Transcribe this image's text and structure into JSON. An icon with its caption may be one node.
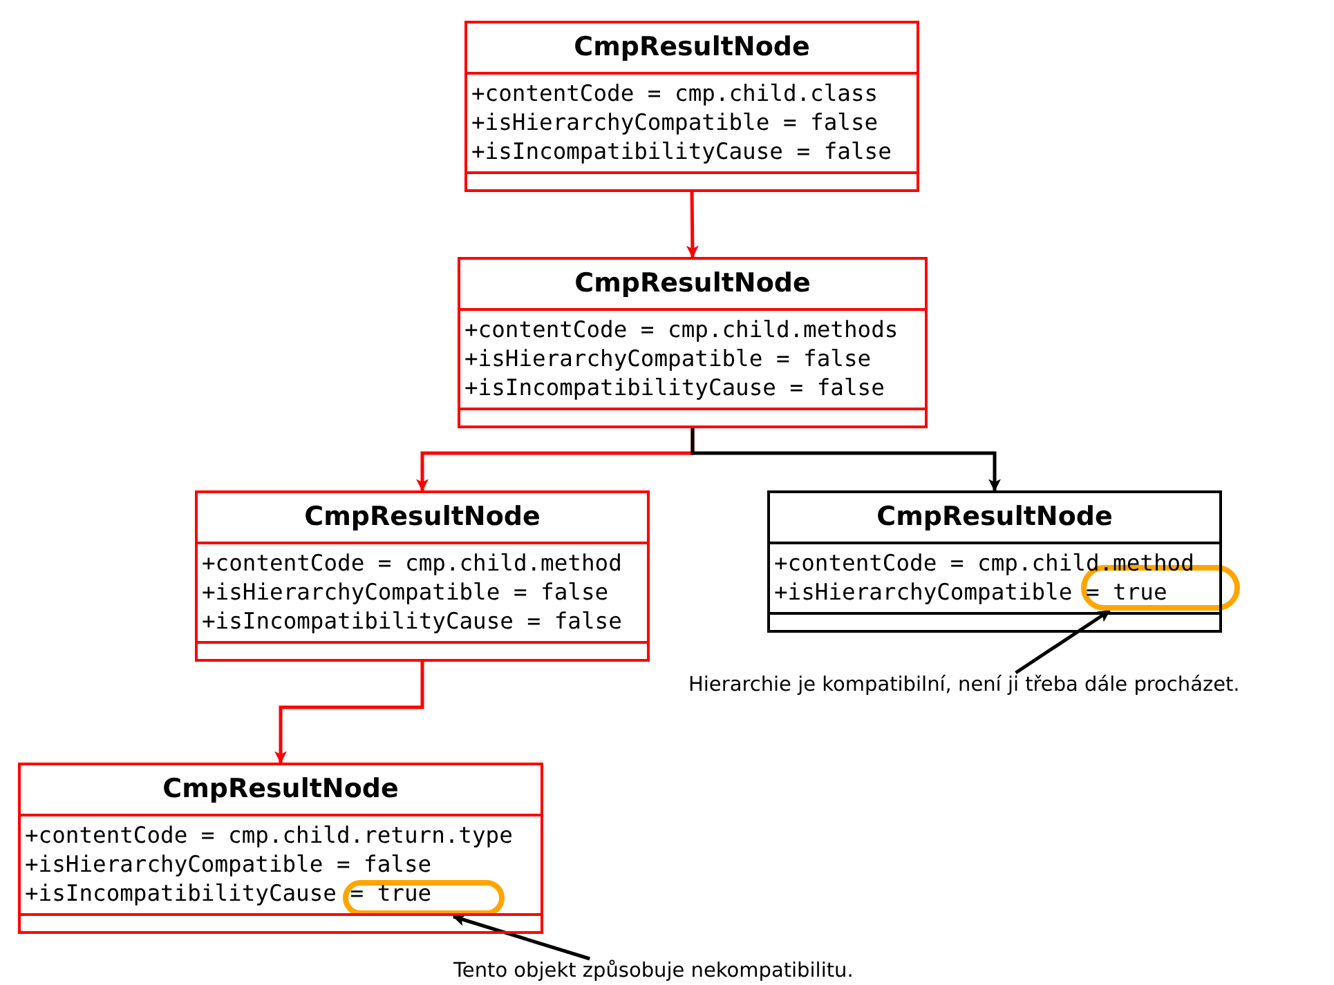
{
  "diagram": {
    "nodes": [
      {
        "text": [
          "CmpResultNode",
          "+contentCode = cmp.child.class",
          "+isHierarchyCompatible = false",
          "+isIncompatibilityCause = false"
        ]
      },
      {
        "text": [
          "CmpResultNode",
          "+contentCode = cmp.child.methods",
          "+isHierarchyCompatible = false",
          "+isIncompatibilityCause = false"
        ]
      },
      {
        "text": [
          "CmpResultNode",
          "+contentCode = cmp.child.method",
          "+isHierarchyCompatible = false",
          "+isIncompatibilityCause = false"
        ]
      },
      {
        "text": [
          "CmpResultNode",
          "+contentCode = cmp.child.method",
          "+isHierarchyCompatible = true"
        ]
      },
      {
        "text": [
          "CmpResultNode",
          "+contentCode = cmp.child.return.type",
          "+isHierarchyCompatible = false",
          "+isIncompatibilityCause = true"
        ]
      },
      {
        "text": [],
        "shape": "ellipse"
      },
      {
        "text": [
          "Hierarchie je kompatibilní, není ji třeba dále procházet."
        ]
      },
      {
        "text": [],
        "shape": "ellipse",
        "in": 4
      },
      {
        "text": [
          "Tento objekt způsobuje nekompatibilitu."
        ]
      }
    ],
    "edges": [
      {
        "from": 0,
        "to": 1,
        "arrow": "to",
        "color": "#ff0000"
      },
      {
        "from": 1,
        "to": 2,
        "arrow": "to",
        "color": "#ff0000"
      },
      {
        "from": 1,
        "to": 3,
        "arrow": "to",
        "color": "#000000"
      },
      {
        "from": 2,
        "to": 4,
        "arrow": "to",
        "color": "#ff0000"
      },
      {
        "from": 6,
        "to": 5,
        "arrow": "to",
        "color": "#000000"
      },
      {
        "from": 8,
        "to": 7,
        "arrow": "to",
        "color": "#000000"
      }
    ]
  }
}
